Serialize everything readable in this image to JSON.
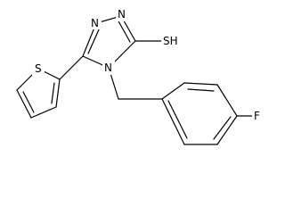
{
  "molecule": {
    "atoms": {
      "n1": "N",
      "n2": "N",
      "n4": "N",
      "sh": "SH",
      "s_thiophene": "S",
      "f": "F"
    }
  }
}
